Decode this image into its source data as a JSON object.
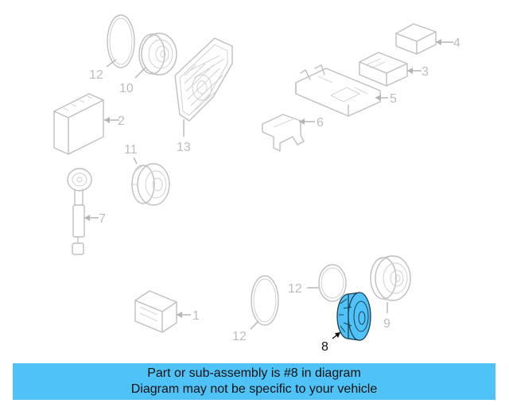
{
  "diagram": {
    "callouts": {
      "c1": "1",
      "c2": "2",
      "c3": "3",
      "c4": "4",
      "c5": "5",
      "c6": "6",
      "c7": "7",
      "c8": "8",
      "c9": "9",
      "c10": "10",
      "c11": "11",
      "c12a": "12",
      "c12b": "12",
      "c12c": "12",
      "c13": "13"
    },
    "highlight_color": "#4fc3f7",
    "line_color": "#bfbfbf"
  },
  "banner": {
    "line1": "Part or sub-assembly is #8 in diagram",
    "line2": "Diagram may not be specific to your vehicle",
    "color": "#4fc3f7"
  }
}
